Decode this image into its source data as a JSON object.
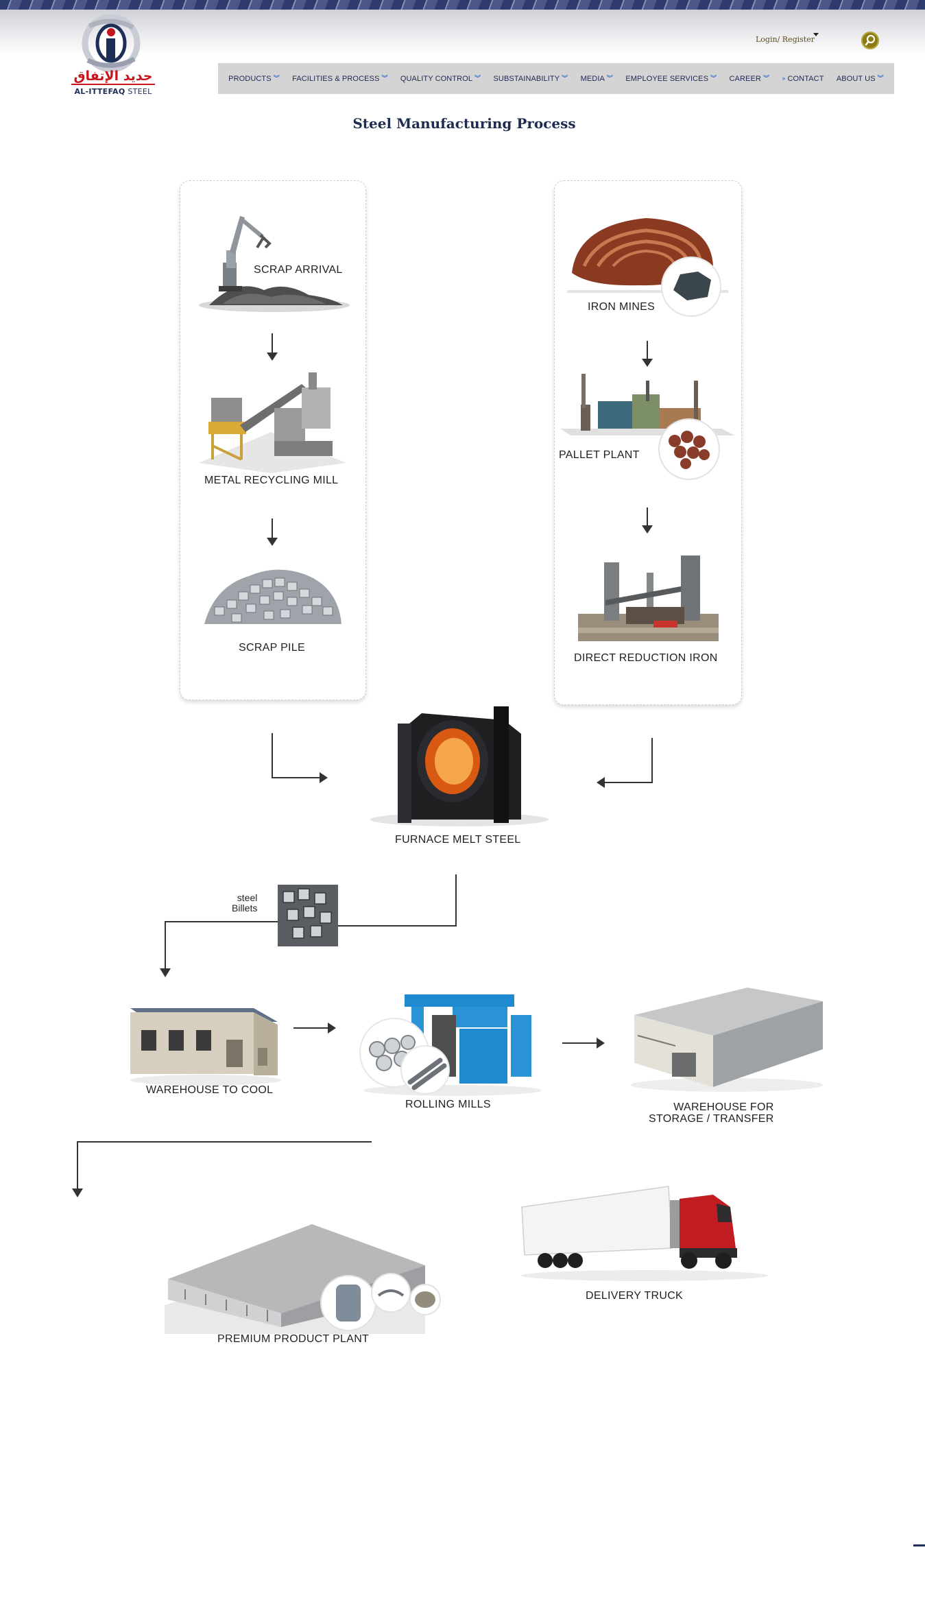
{
  "header": {
    "logo": {
      "arabic": "حديد الإتفاق",
      "brand": "AL-ITTEFAQ",
      "suffix": "STEEL",
      "colors": {
        "red": "#c4161c",
        "navy": "#1d2f57"
      }
    },
    "login_label": "Login/ Register",
    "search_icon": "search-icon",
    "nav": [
      {
        "label": "PRODUCTS",
        "has_dropdown": true
      },
      {
        "label": "FACILITIES & PROCESS",
        "has_dropdown": true
      },
      {
        "label": "QUALITY CONTROL",
        "has_dropdown": true
      },
      {
        "label": "SUBSTAINABILITY",
        "has_dropdown": true
      },
      {
        "label": "MEDIA",
        "has_dropdown": true
      },
      {
        "label": "EMPLOYEE SERVICES",
        "has_dropdown": true
      },
      {
        "label": "CAREER",
        "has_dropdown": true
      },
      {
        "label": "CONTACT",
        "has_dropdown": false
      },
      {
        "label": "ABOUT US",
        "has_dropdown": true
      }
    ]
  },
  "page": {
    "title": "Steel Manufacturing Process"
  },
  "process": {
    "scrap_arrival": "SCRAP ARRIVAL",
    "metal_recycling_mill": "METAL RECYCLING MILL",
    "scrap_pile": "SCRAP PILE",
    "iron_mines": "IRON MINES",
    "pallet_plant": "PALLET PLANT",
    "direct_reduction_iron": "DIRECT REDUCTION IRON",
    "furnace_melt_steel": "FURNACE MELT STEEL",
    "steel_billets_line1": "steel",
    "steel_billets_line2": "Billets",
    "warehouse_to_cool": "WAREHOUSE TO COOL",
    "rolling_mills": "ROLLING MILLS",
    "warehouse_storage_line1": "WAREHOUSE FOR",
    "warehouse_storage_line2": "STORAGE / TRANSFER",
    "premium_product_plant": "PREMIUM PRODUCT PLANT",
    "delivery_truck": "DELIVERY TRUCK"
  }
}
